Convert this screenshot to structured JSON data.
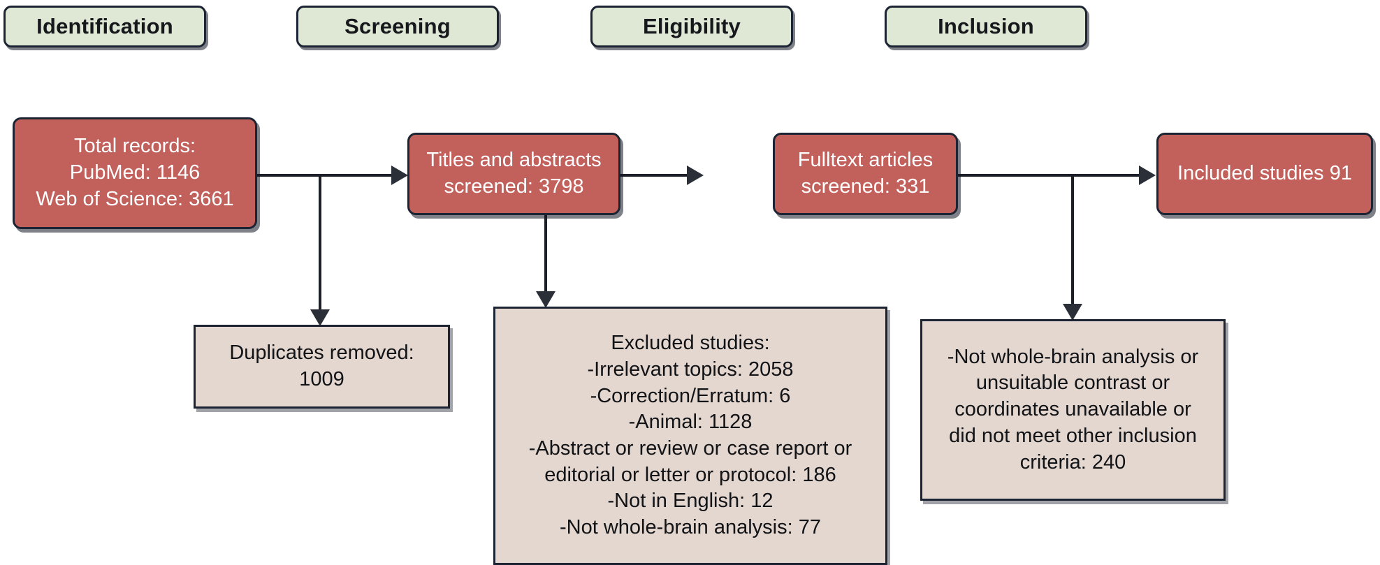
{
  "diagram": {
    "title": "PRISMA study selection flow diagram",
    "colors": {
      "stage_header_fill": "#dfe7d5",
      "process_fill": "#c2615c",
      "exclusion_fill": "#e4d7cf",
      "border": "#1c2433",
      "process_text": "#ffffff",
      "body_text": "#111317"
    },
    "stages": [
      {
        "id": "identification",
        "label": "Identification"
      },
      {
        "id": "screening",
        "label": "Screening"
      },
      {
        "id": "eligibility",
        "label": "Eligibility"
      },
      {
        "id": "inclusion",
        "label": "Inclusion"
      }
    ],
    "process_boxes": [
      {
        "id": "total-records",
        "text": "Total records:\nPubMed: 1146\nWeb of Science: 3661",
        "counts": {
          "PubMed": 1146,
          "Web of Science": 3661
        }
      },
      {
        "id": "titles-abstracts-screened",
        "text": "Titles and abstracts\nscreened: 3798",
        "counts": {
          "screened": 3798
        }
      },
      {
        "id": "fulltext-screened",
        "text": "Fulltext articles\nscreened: 331",
        "counts": {
          "screened": 331
        }
      },
      {
        "id": "included-studies",
        "text": "Included studies 91",
        "counts": {
          "included": 91
        }
      }
    ],
    "exclusion_boxes": [
      {
        "id": "duplicates-removed",
        "text": "Duplicates removed:\n1009",
        "counts": {
          "duplicates": 1009
        }
      },
      {
        "id": "excluded-studies",
        "text": "Excluded studies:\n-Irrelevant topics: 2058\n-Correction/Erratum: 6\n-Animal: 1128\n-Abstract or review or case report or\neditorial or letter or protocol: 186\n-Not in English: 12\n-Not whole-brain analysis: 77",
        "counts": {
          "Irrelevant topics": 2058,
          "Correction/Erratum": 6,
          "Animal": 1128,
          "Abstract or review or case report or editorial or letter or protocol": 186,
          "Not in English": 12,
          "Not whole-brain analysis": 77
        }
      },
      {
        "id": "eligibility-exclusions",
        "text": "-Not whole-brain analysis or\nunsuitable contrast or\ncoordinates unavailable or\ndid not meet other inclusion\ncriteria: 240",
        "counts": {
          "excluded": 240
        }
      }
    ]
  }
}
